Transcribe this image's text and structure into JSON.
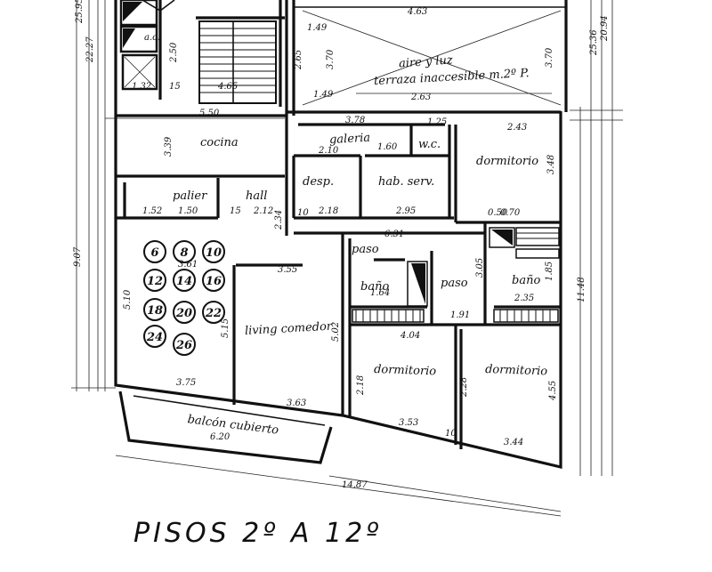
{
  "caption": "PISOS 2º A 12º",
  "rooms": {
    "aire_luz": "aire y luz",
    "terraza": "terraza inaccesible m.2º P.",
    "cocina": "cocina",
    "galeria": "galeria",
    "wc": "w.c.",
    "dormitorio_1": "dormitorio",
    "desp": "desp.",
    "hab_serv": "hab. serv.",
    "palier": "palier",
    "hall": "hall",
    "paso_1": "paso",
    "paso_2": "paso",
    "bano_1": "baño",
    "bano_2": "baño",
    "living": "living comedor",
    "dormitorio_2": "dormitorio",
    "dormitorio_3": "dormitorio",
    "balcon_1": "balcón cubierto",
    "ac": "a.c."
  },
  "units": [
    "6",
    "8",
    "10",
    "12",
    "14",
    "16",
    "18",
    "20",
    "22",
    "24",
    "26"
  ],
  "dimensions": {
    "d_463": "4.63",
    "d_149a": "1.49",
    "d_149b": "1.49",
    "d_265": "2.65",
    "d_370a": "3.70",
    "d_370b": "3.70",
    "d_263": "2.63",
    "d_465": "4.65",
    "d_132": "1.32",
    "d_550": "5.50",
    "d_378": "3.78",
    "d_125": "1.25",
    "d_243": "2.43",
    "d_339": "3.39",
    "d_210": "2.10",
    "d_160": "1.60",
    "d_218": "2.18",
    "d_295": "2.95",
    "d_348": "3.48",
    "d_152": "1.52",
    "d_150": "1.50",
    "d_212": "2.12",
    "d_234": "2.34",
    "d_631": "6.31",
    "d_361": "3.61",
    "d_355": "3.55",
    "d_164": "1.64",
    "d_235": "2.35",
    "d_191": "1.91",
    "d_404": "4.04",
    "d_502": "5.02",
    "d_375": "3.75",
    "d_363": "3.63",
    "d_353": "3.53",
    "d_344": "3.44",
    "d_620": "6.20",
    "d_1487": "14.87",
    "d_2595": "25.95",
    "d_2227": "22.27",
    "d_2536": "25.36",
    "d_2094": "20.94",
    "d_907": "9.07",
    "d_1148": "11.48",
    "d_510": "5.10",
    "d_515": "5.15",
    "d_455": "4.55",
    "d_305": "3.05",
    "d_185": "1.85",
    "d_250": "2.50",
    "d_228": "2.28",
    "d_050": "0.50",
    "d_070": "0.70",
    "d_010a": "10",
    "d_010b": "10",
    "d_015a": "15",
    "d_015b": "15"
  }
}
